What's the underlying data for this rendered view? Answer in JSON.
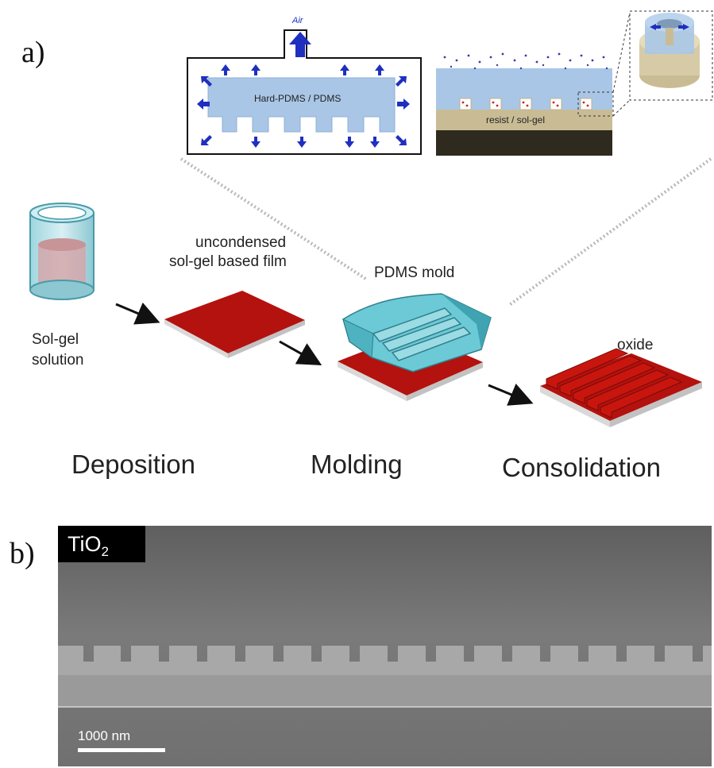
{
  "panel_a": {
    "letter": "a)",
    "inset_left": {
      "air_label": "Air",
      "stamp_label": "Hard-PDMS / PDMS"
    },
    "inset_middle": {
      "layer_label": "resist / sol-gel"
    },
    "labels": {
      "film": [
        "uncondensed",
        "sol-gel based film"
      ],
      "mold": "PDMS mold",
      "solution": [
        "Sol-gel",
        "solution"
      ],
      "oxide": "oxide"
    },
    "steps": [
      "Deposition",
      "Molding",
      "Consolidation"
    ]
  },
  "panel_b": {
    "letter": "b)",
    "material": "TiO",
    "material_sub": "2",
    "scale_bar": "1000 nm"
  },
  "colors": {
    "arrow_blue": "#1f2fbf",
    "stamp_blue": "#a9c6e6",
    "film_red": "#b3120e",
    "mold_cyan": "#6cc9d6",
    "sem_gray": "#7d7d7d"
  }
}
